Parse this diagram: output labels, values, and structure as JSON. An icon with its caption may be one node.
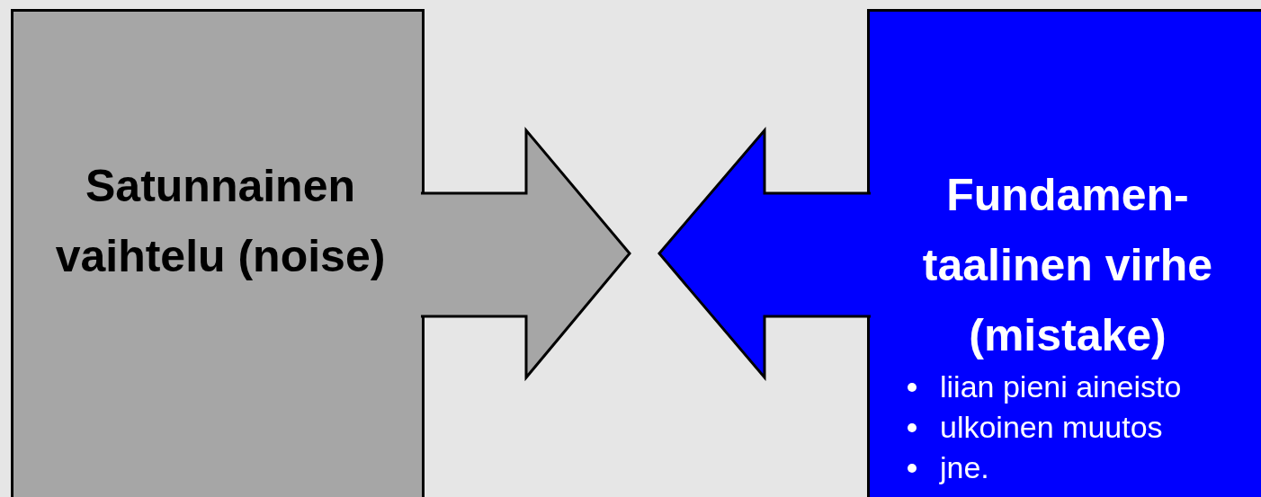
{
  "diagram": {
    "nodes": [
      {
        "text": [
          "Satunnainen vaihtelu (noise)"
        ]
      },
      {
        "text": [
          "Fundamen- taalinen virhe (mistake)",
          "liian pieni aineisto",
          "ulkoinen muutos",
          "jne."
        ]
      }
    ],
    "edges": [
      {
        "from": 0,
        "to": null,
        "arrow": "to",
        "color": "#a6a6a6"
      },
      {
        "from": 1,
        "to": null,
        "arrow": "to",
        "color": "#0000ff"
      }
    ]
  }
}
